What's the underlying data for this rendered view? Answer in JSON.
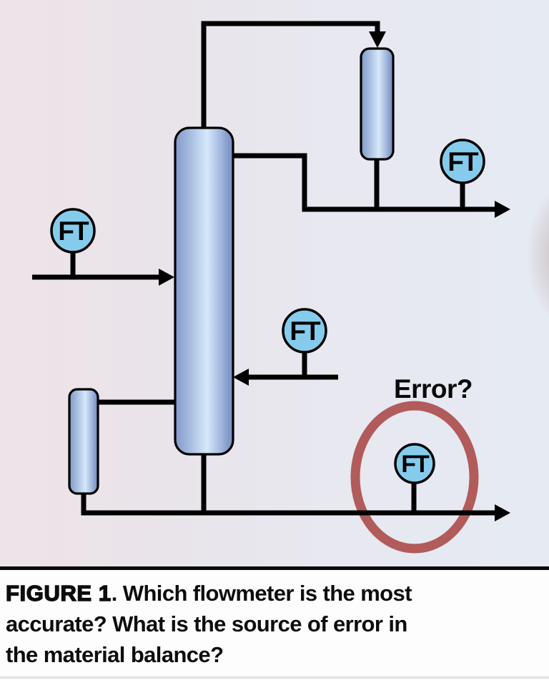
{
  "figure": {
    "annotation_label": "Error?",
    "flowmeters": {
      "feed": "FT",
      "side_stream": "FT",
      "distillate": "FT",
      "bottoms": "FT"
    },
    "colors": {
      "ft_fill": "#85ccec",
      "error_circle": "#b25b5b",
      "pipe": "#000000",
      "vessel_stroke": "#000000",
      "background_left": "#eee3e8",
      "background_right": "#e6eaf3"
    }
  },
  "caption": {
    "label": "FIGURE 1",
    "line1_rest": ". Which flowmeter is the most",
    "line2": "accurate? What is the source of error in",
    "line3": "the material balance?"
  }
}
